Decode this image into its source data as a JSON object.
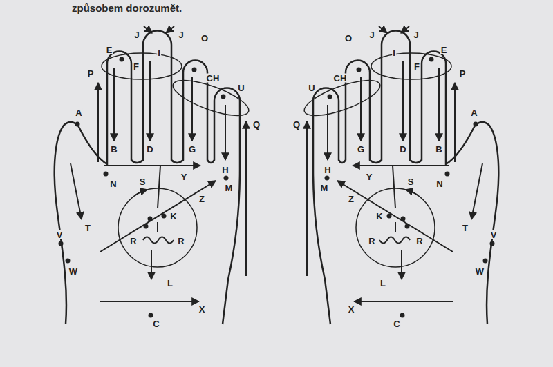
{
  "diagram": {
    "labels": [
      "způsobem dorozumět.",
      "J",
      "J",
      "I",
      "E",
      "F",
      "O",
      "CH",
      "U",
      "P",
      "A",
      "B",
      "D",
      "G",
      "H",
      "Q",
      "N",
      "Y",
      "S",
      "M",
      "Z",
      "K",
      "R",
      "R",
      "T",
      "V",
      "W",
      "L",
      "X",
      "C",
      "J",
      "J",
      "I",
      "E",
      "F",
      "O",
      "CH",
      "U",
      "P",
      "A",
      "B",
      "D",
      "G",
      "H",
      "Q",
      "N",
      "Y",
      "S",
      "M",
      "Z",
      "K",
      "R",
      "R",
      "T",
      "V",
      "W",
      "L",
      "X",
      "C"
    ]
  }
}
